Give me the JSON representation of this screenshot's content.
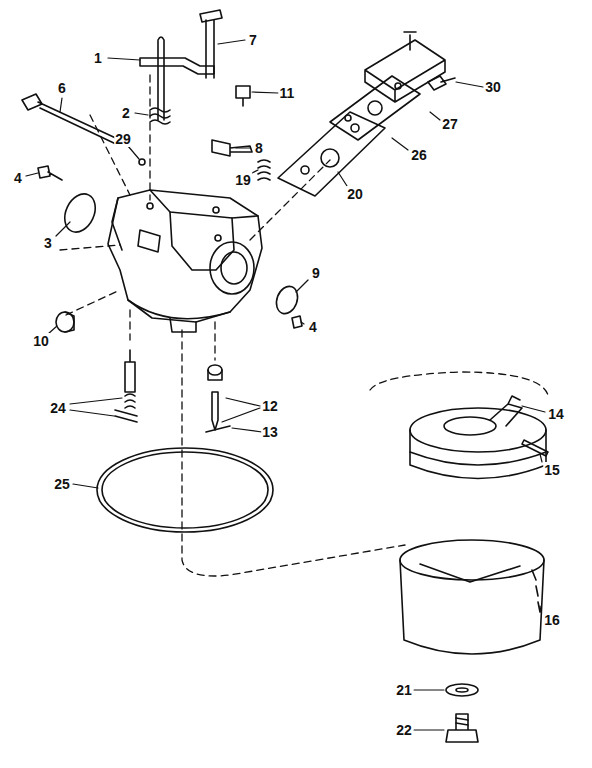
{
  "diagram": {
    "labels": [
      "1",
      "7",
      "2",
      "11",
      "30",
      "6",
      "29",
      "8",
      "27",
      "19",
      "26",
      "4",
      "3",
      "20",
      "9",
      "4",
      "10",
      "24",
      "12",
      "13",
      "14",
      "15",
      "25",
      "16",
      "21",
      "22"
    ]
  }
}
